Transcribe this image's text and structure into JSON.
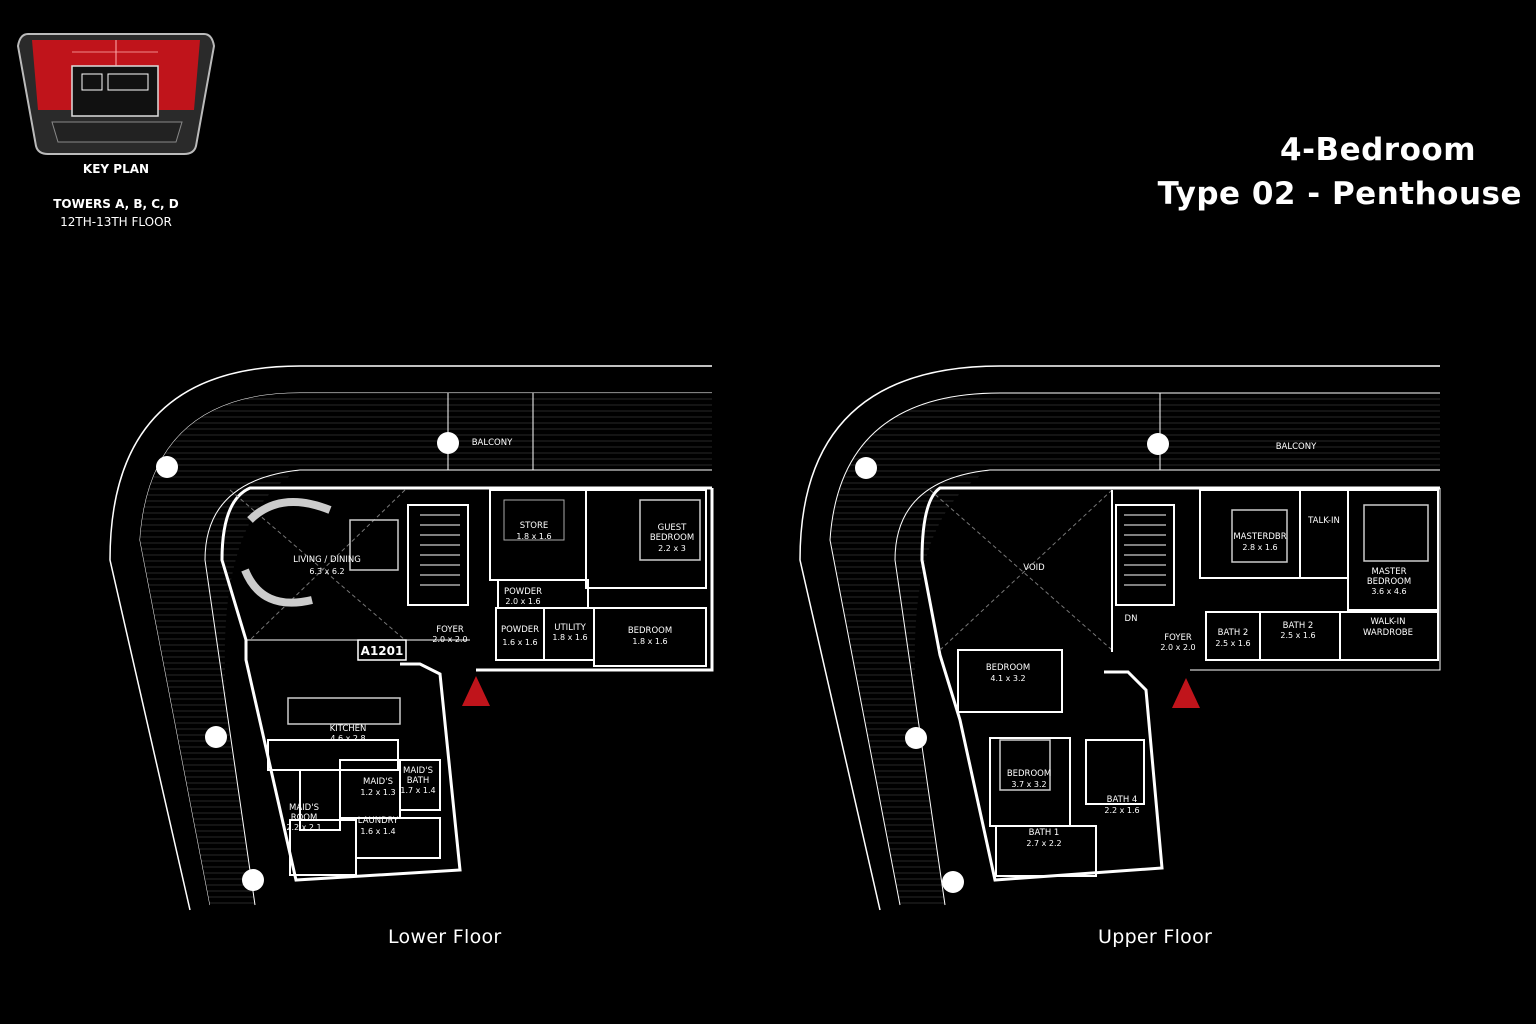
{
  "key_plan": {
    "title": "KEY PLAN",
    "towers": "TOWERS A, B, C, D",
    "floor": "12TH-13TH FLOOR"
  },
  "heading": {
    "line1": "4-Bedroom",
    "line2": "Type 02 - Penthouse"
  },
  "lower_floor": {
    "caption": "Lower Floor",
    "unit_tag": "A1201",
    "rooms": [
      {
        "name": "BALCONY",
        "dims": ""
      },
      {
        "name": "LIVING / DINING",
        "dims": "6.3 x 6.2"
      },
      {
        "name": "STORE",
        "dims": "1.8 x 1.6"
      },
      {
        "name": "GUEST",
        "name2": "BEDROOM",
        "dims": "2.2 x 3"
      },
      {
        "name": "POWDER",
        "dims": "2.0 x 1.6"
      },
      {
        "name": "FOYER",
        "dims": "2.0 x 2.0"
      },
      {
        "name": "POWDER",
        "dims": "1.6 x 1.6"
      },
      {
        "name": "UTILITY",
        "dims": "1.8 x 1.6"
      },
      {
        "name": "BEDROOM",
        "dims": "1.8 x 1.6"
      },
      {
        "name": "KITCHEN",
        "dims": "4.6 x 2.8"
      },
      {
        "name": "MAID'S",
        "dims": "1.2 x 1.3"
      },
      {
        "name": "MAID'S",
        "name2": "BATH",
        "dims": "1.7 x 1.4"
      },
      {
        "name": "MAID'S",
        "name2": "ROOM",
        "dims": "2.2 x 2.1"
      },
      {
        "name": "LAUNDRY",
        "dims": "1.6 x 1.4"
      }
    ]
  },
  "upper_floor": {
    "caption": "Upper Floor",
    "rooms": [
      {
        "name": "BALCONY",
        "dims": ""
      },
      {
        "name": "VOID",
        "dims": ""
      },
      {
        "name": "MASTERDBR",
        "dims": "2.8 x 1.6"
      },
      {
        "name": "TALK-IN",
        "dims": ""
      },
      {
        "name": "MASTER",
        "name2": "BEDROOM",
        "dims": "3.6 x 4.6"
      },
      {
        "name": "FOYER",
        "dims": "2.0 x 2.0"
      },
      {
        "name": "BATH 2",
        "dims": "2.5 x 1.6"
      },
      {
        "name": "BATH 2",
        "dims": "2.5 x 1.6"
      },
      {
        "name": "WALK-IN",
        "name2": "WARDROBE",
        "dims": ""
      },
      {
        "name": "BEDROOM",
        "dims": "4.1 x 3.2"
      },
      {
        "name": "BEDROOM",
        "dims": "3.7 x 3.2"
      },
      {
        "name": "BATH 4",
        "dims": "2.2 x 1.6"
      },
      {
        "name": "BATH 1",
        "dims": "2.7 x 2.2"
      },
      {
        "name": "DN",
        "dims": ""
      }
    ]
  },
  "colors": {
    "background": "#000000",
    "walls": "#ffffff",
    "highlight": "#c0141b"
  }
}
